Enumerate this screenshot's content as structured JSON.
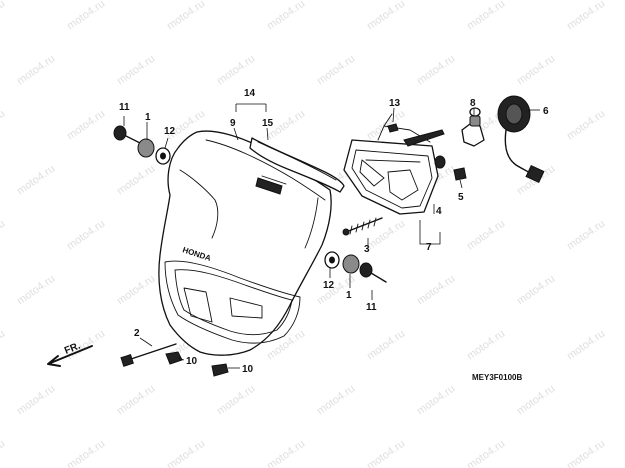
{
  "diagram": {
    "code": "MEY3F0100B",
    "direction_label": "FR.",
    "brand_text": "HONDA",
    "watermark_text": "moto4.ru",
    "callouts": [
      {
        "id": "c1a",
        "text": "1"
      },
      {
        "id": "c1b",
        "text": "1"
      },
      {
        "id": "c2",
        "text": "2"
      },
      {
        "id": "c3",
        "text": "3"
      },
      {
        "id": "c4",
        "text": "4"
      },
      {
        "id": "c5",
        "text": "5"
      },
      {
        "id": "c6",
        "text": "6"
      },
      {
        "id": "c7",
        "text": "7"
      },
      {
        "id": "c8",
        "text": "8"
      },
      {
        "id": "c9",
        "text": "9"
      },
      {
        "id": "c10a",
        "text": "10"
      },
      {
        "id": "c10b",
        "text": "10"
      },
      {
        "id": "c11a",
        "text": "11"
      },
      {
        "id": "c11b",
        "text": "11"
      },
      {
        "id": "c12a",
        "text": "12"
      },
      {
        "id": "c12b",
        "text": "12"
      },
      {
        "id": "c13",
        "text": "13"
      },
      {
        "id": "c14",
        "text": "14"
      },
      {
        "id": "c15",
        "text": "15"
      }
    ]
  }
}
